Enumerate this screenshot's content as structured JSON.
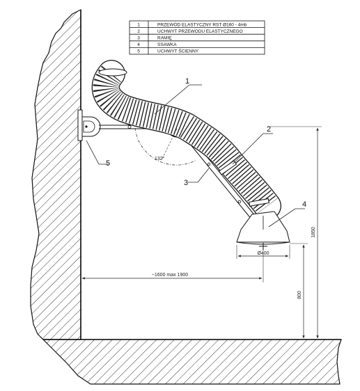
{
  "legend": {
    "rows": [
      {
        "num": "1",
        "text": "PRZEWÓD ELASTYCZNY RST  Ø160 - 4mb"
      },
      {
        "num": "2",
        "text": "UCHWYT  PRZEWODU ELASTYCZNEGO"
      },
      {
        "num": "3",
        "text": "RAMIĘ"
      },
      {
        "num": "4",
        "text": "SSAWKA"
      },
      {
        "num": "5",
        "text": "UCHWYT ŚCIENNY"
      }
    ]
  },
  "callouts": {
    "c1": "1",
    "c2": "2",
    "c3": "3",
    "c4": "4",
    "c5": "5"
  },
  "dimensions": {
    "angle": "132°",
    "diameter": "Ø400",
    "reach": "~1600  max 1900",
    "height_total": "1850",
    "height_low": "800"
  }
}
